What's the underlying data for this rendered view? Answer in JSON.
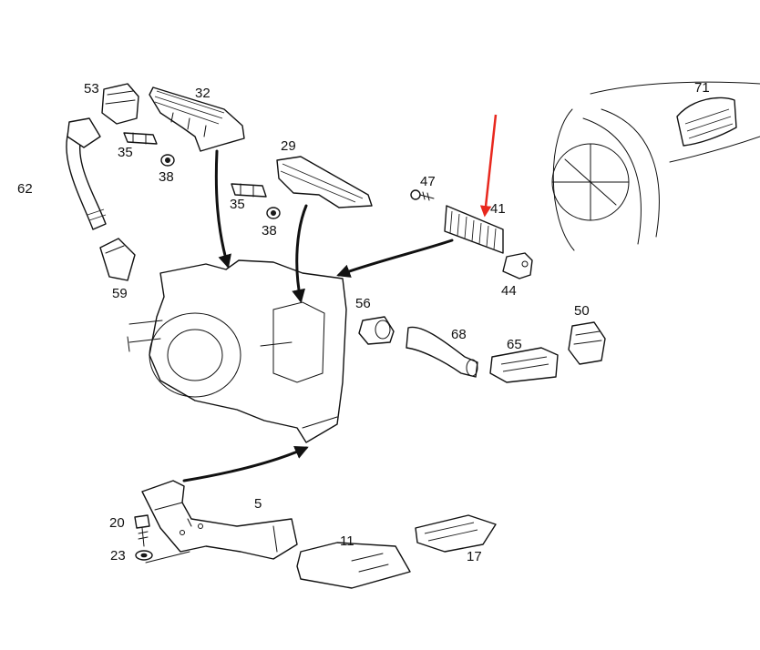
{
  "callouts": [
    "53",
    "32",
    "71",
    "62",
    "35",
    "38",
    "29",
    "47",
    "41",
    "35",
    "38",
    "59",
    "44",
    "56",
    "50",
    "68",
    "65",
    "5",
    "20",
    "11",
    "23",
    "17"
  ],
  "colors": {
    "line": "#111111",
    "highlight_arrow": "#e8281e",
    "background": "#ffffff"
  }
}
